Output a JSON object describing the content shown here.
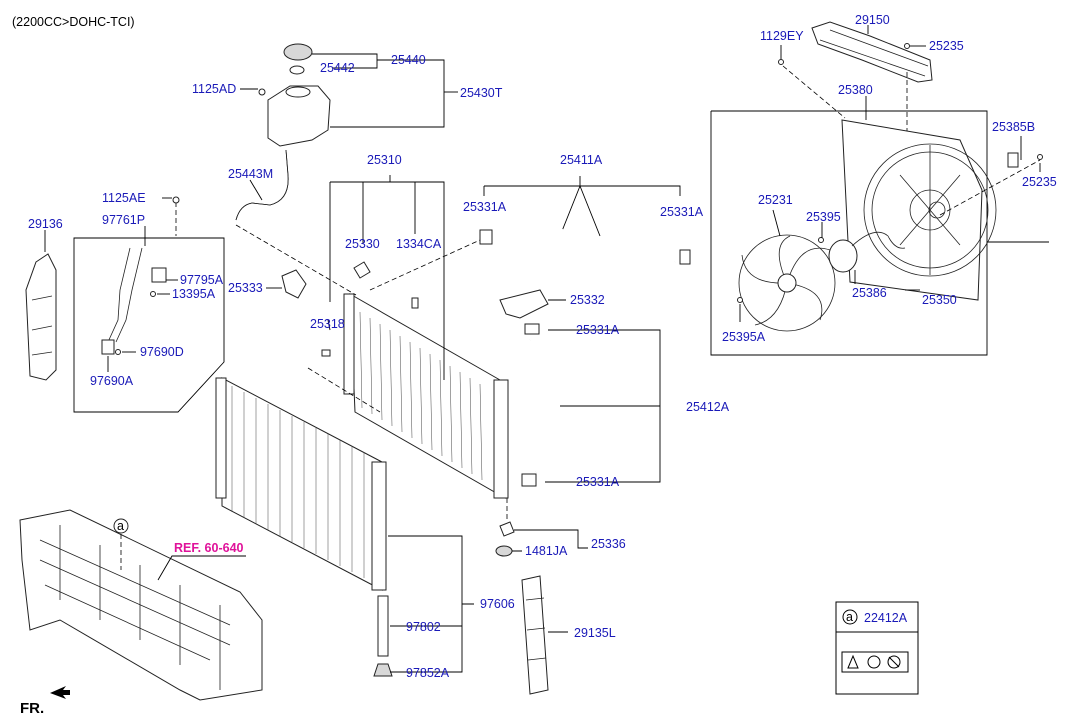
{
  "header": {
    "engine": "(2200CC>DOHC-TCI)"
  },
  "ref_label": "REF. 60-640",
  "footer": {
    "fr": "FR."
  },
  "legend": {
    "circle": "a",
    "part": "22412A"
  },
  "callout_a": "a",
  "labels": {
    "l29150": "29150",
    "l1129EY": "1129EY",
    "l25235a": "25235",
    "l25440": "25440",
    "l25442": "25442",
    "l1125AD": "1125AD",
    "l25430T": "25430T",
    "l25380": "25380",
    "l25385B": "25385B",
    "l25235b": "25235",
    "l25443M": "25443M",
    "l25310": "25310",
    "l25411A": "25411A",
    "l1125AE": "1125AE",
    "l25331A_1": "25331A",
    "l25331A_2": "25331A",
    "l25231": "25231",
    "l25395": "25395",
    "l29136": "29136",
    "l97761P": "97761P",
    "l25330": "25330",
    "l1334CA": "1334CA",
    "l97795A": "97795A",
    "l13395A": "13395A",
    "l25333": "25333",
    "l25332": "25332",
    "l25386": "25386",
    "l25350": "25350",
    "l25318": "25318",
    "l25331A_3": "25331A",
    "l25395A": "25395A",
    "l97690D": "97690D",
    "l97690A": "97690A",
    "l25412A": "25412A",
    "l25331A_4": "25331A",
    "l25336": "25336",
    "l1481JA": "1481JA",
    "l97606": "97606",
    "l97802": "97802",
    "l29135L": "29135L",
    "l97852A": "97852A"
  }
}
